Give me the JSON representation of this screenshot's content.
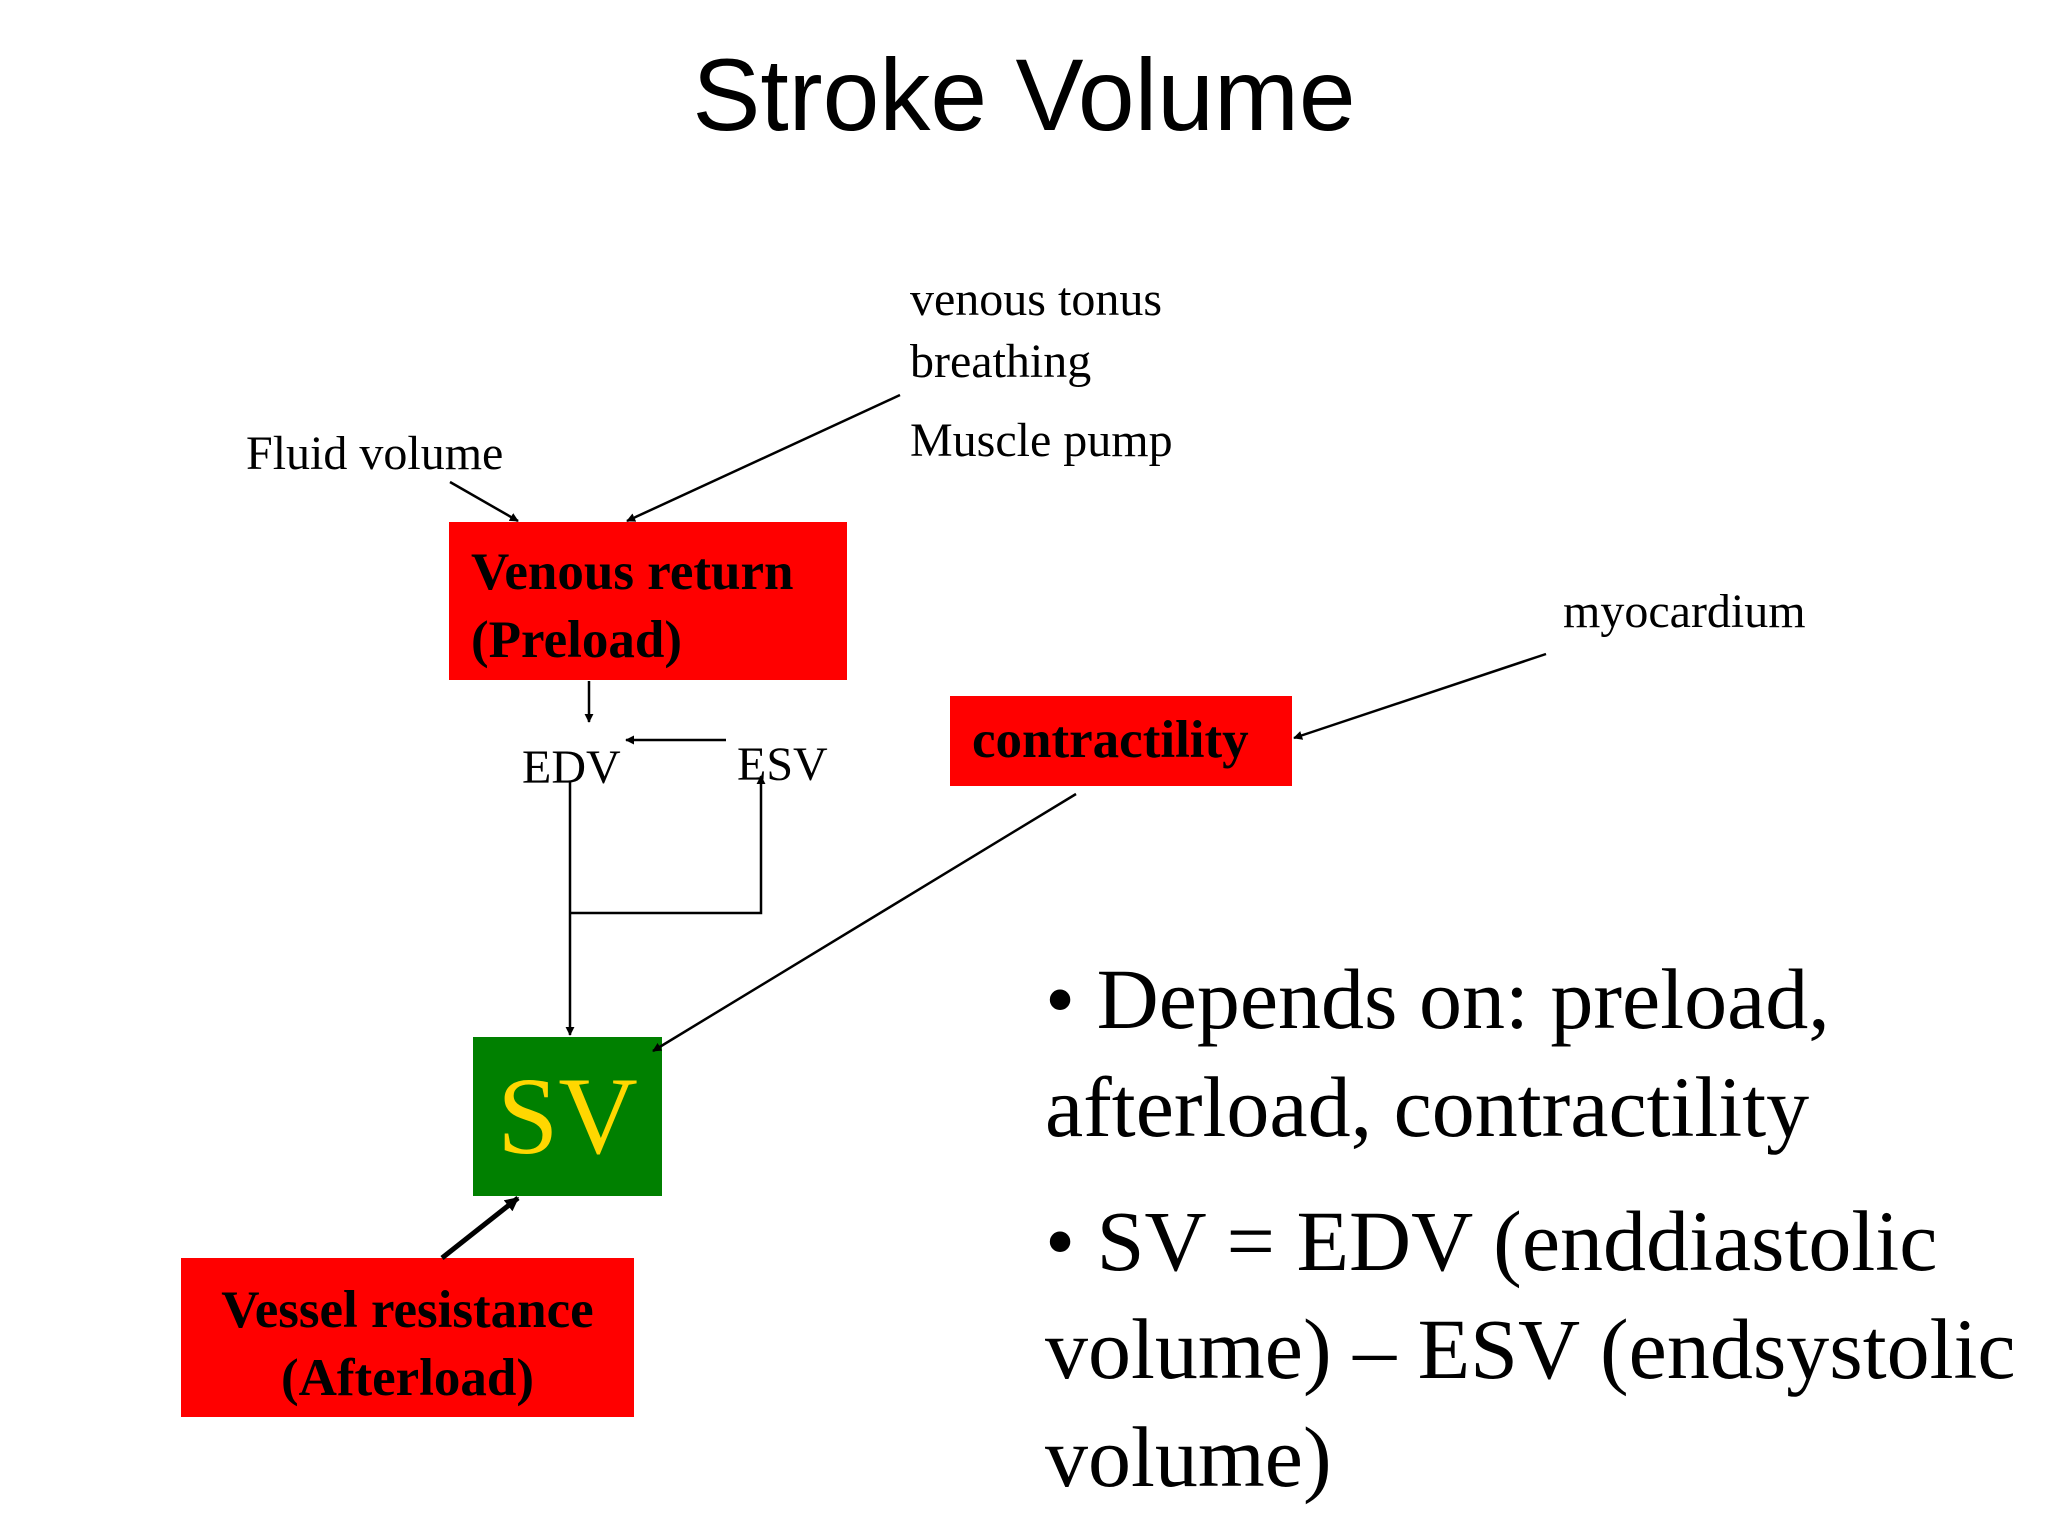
{
  "title": "Stroke Volume",
  "labels": {
    "venous_tonus": "venous tonus",
    "breathing": "breathing",
    "muscle_pump": "Muscle pump",
    "fluid_volume": "Fluid volume",
    "myocardium": "myocardium",
    "edv": "EDV",
    "esv": "ESV"
  },
  "boxes": {
    "venous_return": {
      "line1": "Venous return",
      "line2": "(Preload)"
    },
    "contractility": {
      "line1": "contractility"
    },
    "sv": {
      "line1": "SV"
    },
    "vessel_resistance": {
      "line1": "Vessel resistance",
      "line2": "(Afterload)"
    }
  },
  "bullets": [
    "• Depends on: preload, afterload, contractility",
    "• SV = EDV (enddiastolic volume) – ESV (endsystolic volume)"
  ],
  "colors": {
    "factor_box": "#ff0000",
    "sv_box": "#008000",
    "sv_text": "#ffd700"
  }
}
